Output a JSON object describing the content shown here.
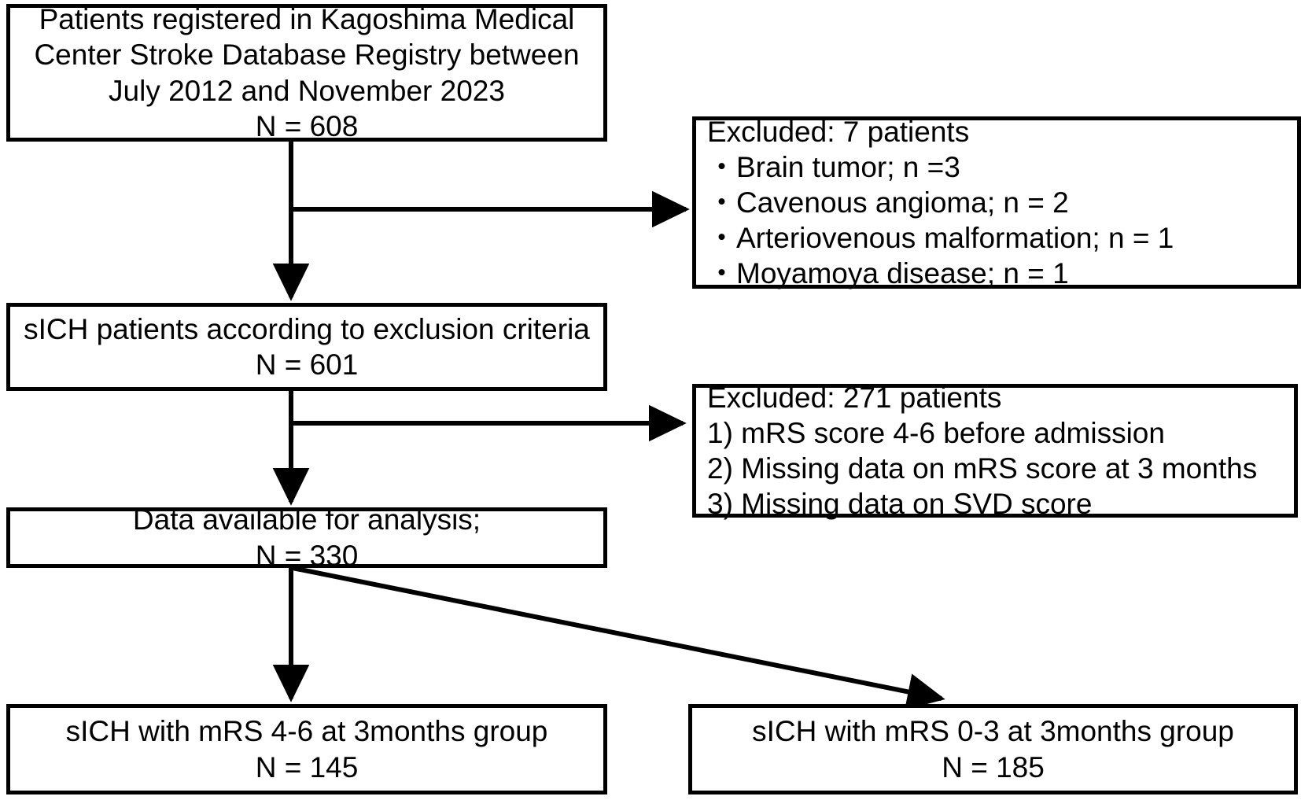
{
  "diagram": {
    "type": "patient-selection-flowchart",
    "nodes": {
      "registry": {
        "lines": [
          "Patients registered in Kagoshima Medical",
          "Center Stroke Database Registry between",
          "July 2012 and November 2023",
          "N = 608"
        ],
        "n": 608
      },
      "excluded_1": {
        "lines": [
          "Excluded: 7 patients",
          "・Brain tumor; n =3",
          "・Cavenous angioma; n = 2",
          "・Arteriovenous malformation; n = 1",
          "・Moyamoya disease; n = 1"
        ],
        "total_excluded": 7,
        "reasons": [
          {
            "label": "Brain tumor",
            "n": 3
          },
          {
            "label": "Cavenous angioma",
            "n": 2
          },
          {
            "label": "Arteriovenous malformation",
            "n": 1
          },
          {
            "label": "Moyamoya disease",
            "n": 1
          }
        ]
      },
      "sich_criteria": {
        "lines": [
          "sICH patients according to exclusion criteria",
          "N = 601"
        ],
        "n": 601
      },
      "excluded_2": {
        "lines": [
          "Excluded: 271 patients",
          "1) mRS score 4-6 before admission",
          "2) Missing data on mRS score at 3 months",
          "3) Missing data on SVD score"
        ],
        "total_excluded": 271,
        "reasons": [
          "mRS score 4-6 before admission",
          "Missing data on mRS score at 3 months",
          "Missing data on SVD score"
        ]
      },
      "analysis": {
        "lines": [
          "Data available for analysis;",
          "N = 330"
        ],
        "n": 330
      },
      "group_poor": {
        "lines": [
          "sICH with mRS 4-6 at 3months group",
          "N = 145"
        ],
        "n": 145
      },
      "group_good": {
        "lines": [
          "sICH with mRS 0-3 at 3months group",
          "N = 185"
        ],
        "n": 185
      }
    },
    "colors": {
      "stroke": "#000000",
      "fill": "#ffffff",
      "text": "#000000"
    }
  }
}
